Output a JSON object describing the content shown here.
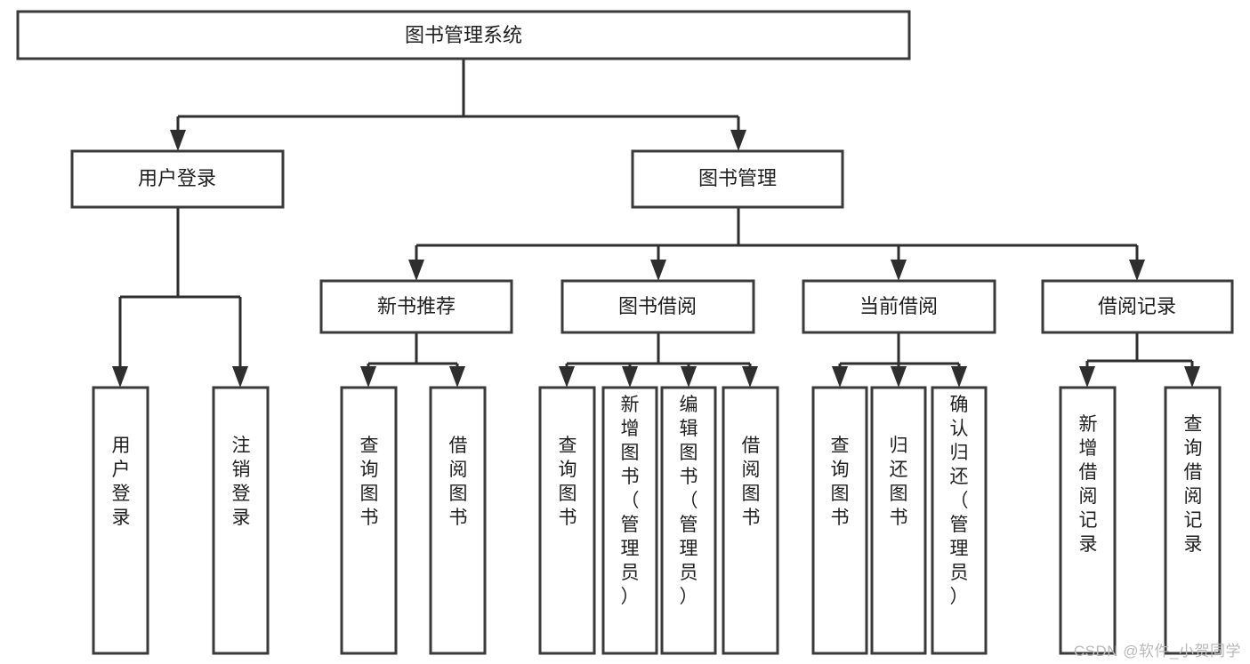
{
  "diagram": {
    "type": "tree",
    "title": "图书管理系统",
    "orientation": "top-down",
    "background_color": "#ffffff",
    "box_border_color": "#3a3a3a",
    "connector_color": "#2e2e2e",
    "text_color": "#1f1f1f"
  },
  "nodes": {
    "root": {
      "label": "图书管理系统",
      "level": 1,
      "orientation": "horizontal"
    },
    "l2": [
      {
        "label": "用户登录",
        "level": 2,
        "orientation": "horizontal"
      },
      {
        "label": "图书管理",
        "level": 2,
        "orientation": "horizontal"
      }
    ],
    "l3": [
      {
        "label": "新书推荐",
        "level": 3,
        "orientation": "horizontal"
      },
      {
        "label": "图书借阅",
        "level": 3,
        "orientation": "horizontal"
      },
      {
        "label": "当前借阅",
        "level": 3,
        "orientation": "horizontal"
      },
      {
        "label": "借阅记录",
        "level": 3,
        "orientation": "horizontal"
      }
    ],
    "leaves": {
      "user_login": [
        {
          "label": "用户登录",
          "orientation": "vertical"
        },
        {
          "label": "注销登录",
          "orientation": "vertical"
        }
      ],
      "new_book": [
        {
          "label": "查询图书",
          "orientation": "vertical"
        },
        {
          "label": "借阅图书",
          "orientation": "vertical"
        }
      ],
      "book_borrow": [
        {
          "label": "查询图书",
          "orientation": "vertical"
        },
        {
          "label": "新增图书（管理员）",
          "orientation": "vertical"
        },
        {
          "label": "编辑图书（管理员）",
          "orientation": "vertical"
        },
        {
          "label": "借阅图书",
          "orientation": "vertical"
        }
      ],
      "current_borrow": [
        {
          "label": "查询图书",
          "orientation": "vertical"
        },
        {
          "label": "归还图书",
          "orientation": "vertical"
        },
        {
          "label": "确认归还（管理员）",
          "orientation": "vertical"
        }
      ],
      "borrow_record": [
        {
          "label": "新增借阅记录",
          "orientation": "vertical"
        },
        {
          "label": "查询借阅记录",
          "orientation": "vertical"
        }
      ]
    }
  },
  "watermark": {
    "text": "CSDN @软件_小贺同学"
  }
}
